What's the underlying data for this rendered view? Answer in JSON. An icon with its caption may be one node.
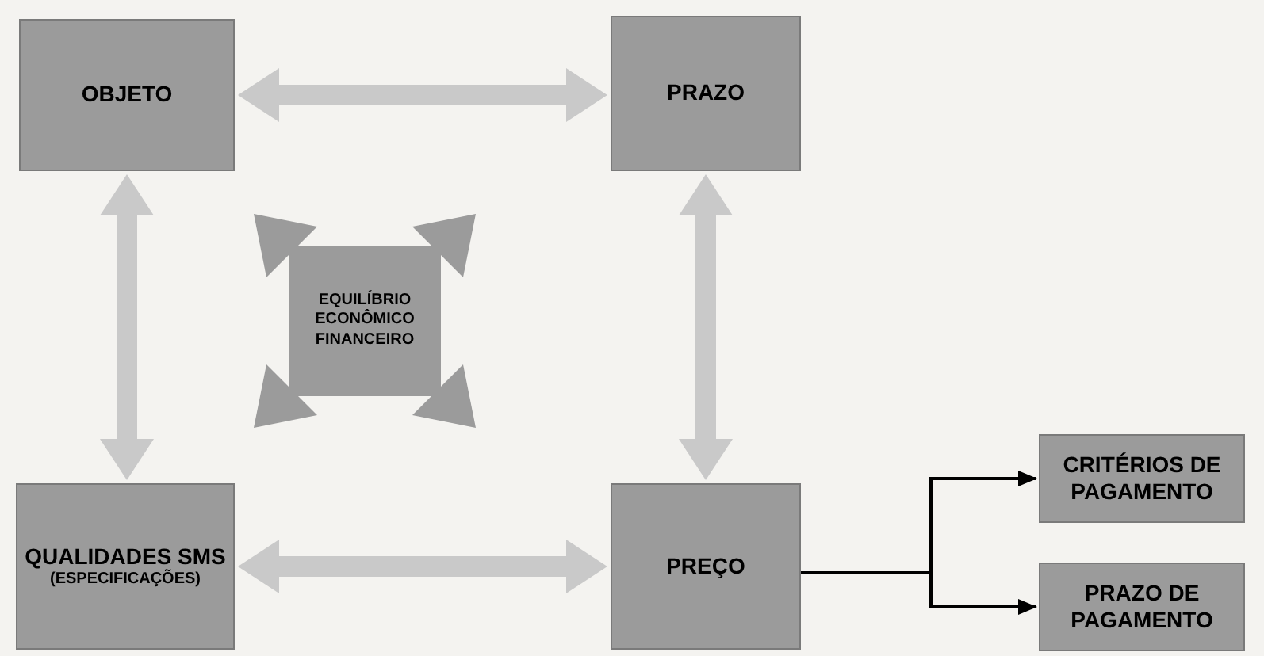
{
  "diagram": {
    "nodes": [
      {
        "text": [
          "OBJETO"
        ]
      },
      {
        "text": [
          "PRAZO"
        ]
      },
      {
        "text": [
          "EQUILÍBRIO ECONÔMICO FINANCEIRO"
        ]
      },
      {
        "text": [
          "QUALIDADES SMS",
          "(ESPECIFICAÇÕES)"
        ]
      },
      {
        "text": [
          "PREÇO"
        ]
      },
      {
        "text": [
          "CRITÉRIOS DE PAGAMENTO"
        ]
      },
      {
        "text": [
          "PRAZO DE PAGAMENTO"
        ]
      }
    ],
    "edges": [
      {
        "from": 0,
        "to": 1,
        "arrow": "both"
      },
      {
        "from": 0,
        "to": 3,
        "arrow": "both"
      },
      {
        "from": 1,
        "to": 4,
        "arrow": "both"
      },
      {
        "from": 3,
        "to": 4,
        "arrow": "both"
      },
      {
        "from": 4,
        "to": 5,
        "arrow": "to",
        "color": "#000000"
      },
      {
        "from": 4,
        "to": 6,
        "arrow": "to",
        "color": "#000000"
      }
    ]
  }
}
